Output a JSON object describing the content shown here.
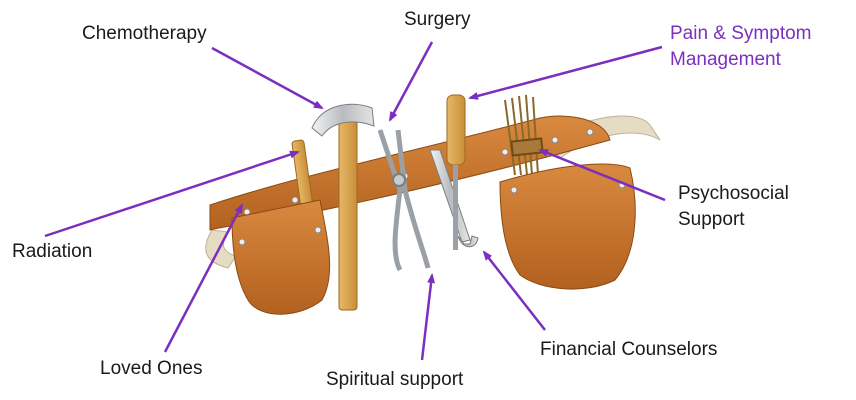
{
  "colors": {
    "arrow": "#7b2fbe",
    "accent_text": "#7b2fbe",
    "text": "#1a1a1a",
    "leather": "#c8742e",
    "strap": "#e6dcc4"
  },
  "labels": {
    "chemotherapy": "Chemotherapy",
    "surgery": "Surgery",
    "pain_line1": "Pain & Symptom",
    "pain_line2": "Management",
    "psychosocial_line1": "Psychosocial",
    "psychosocial_line2": "Support",
    "radiation": "Radiation",
    "loved_ones": "Loved Ones",
    "spiritual": "Spiritual support",
    "financial": "Financial Counselors"
  },
  "illustration": {
    "subject": "tool-belt",
    "tools": [
      "hammer",
      "paintbrush",
      "pliers",
      "wrench",
      "screwdriver",
      "straw-brush"
    ]
  }
}
